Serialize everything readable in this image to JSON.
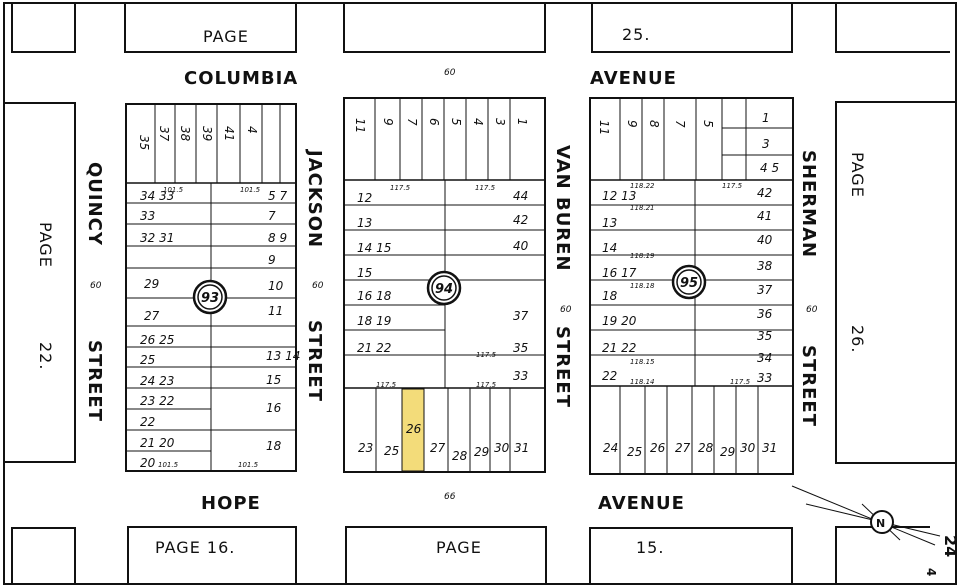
{
  "map": {
    "streets": {
      "columbia": "COLUMBIA",
      "avenue_top": "AVENUE",
      "hope": "HOPE",
      "avenue_bottom": "AVENUE",
      "quincy": "QUINCY",
      "street_quincy": "STREET",
      "jackson": "JACKSON",
      "street_jackson": "STREET",
      "van_buren": "VAN BUREN",
      "street_vanburen": "STREET",
      "sherman": "SHERMAN",
      "street_sherman": "STREET"
    },
    "street_widths": {
      "columbia": "60",
      "hope": "66",
      "quincy": "60",
      "jackson": "60",
      "van_buren": "60",
      "sherman": "60"
    },
    "page_refs": {
      "top_left": "PAGE",
      "top_right": "25.",
      "left": "PAGE",
      "left_num": "22.",
      "right": "PAGE",
      "right_num": "26.",
      "bottom_left": "PAGE  16.",
      "bottom_mid": "PAGE",
      "bottom_right": "15."
    },
    "blocks": [
      {
        "number": "93"
      },
      {
        "number": "94"
      },
      {
        "number": "95"
      }
    ],
    "sheet_number": "24",
    "sheet_sub": "4",
    "highlight_color": "#f3dc7a",
    "line_color": "#111111",
    "compass_label": "N"
  }
}
